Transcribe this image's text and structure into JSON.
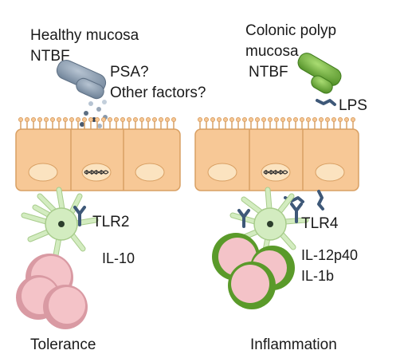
{
  "labels": {
    "healthy_line1": "Healthy mucosa",
    "healthy_line2": "NTBF",
    "polyp_line1": "Colonic polyp",
    "polyp_line2": "mucosa",
    "polyp_line3": "NTBF",
    "psa": "PSA?",
    "other_factors": "Other factors?",
    "lps": "LPS",
    "tlr2": "TLR2",
    "tlr4": "TLR4",
    "il10": "IL-10",
    "il12": "IL-12p40",
    "il1b": "IL-1b",
    "tolerance": "Tolerance",
    "inflammation": "Inflammation"
  },
  "colors": {
    "epithelium_fill": "#f7c896",
    "epithelium_stroke": "#d9a064",
    "nucleus_fill": "#fbe3c0",
    "healthy_bacterium": "#8497ab",
    "polyp_bacterium": "#6fae3f",
    "receptor_blue": "#3e5878",
    "dendritic_cell": "#d3ecc0",
    "tcell_pink": "#f4c3c8",
    "tcell_ring_pink": "#d99aa3",
    "tcell_ring_green": "#5a9a2a"
  }
}
